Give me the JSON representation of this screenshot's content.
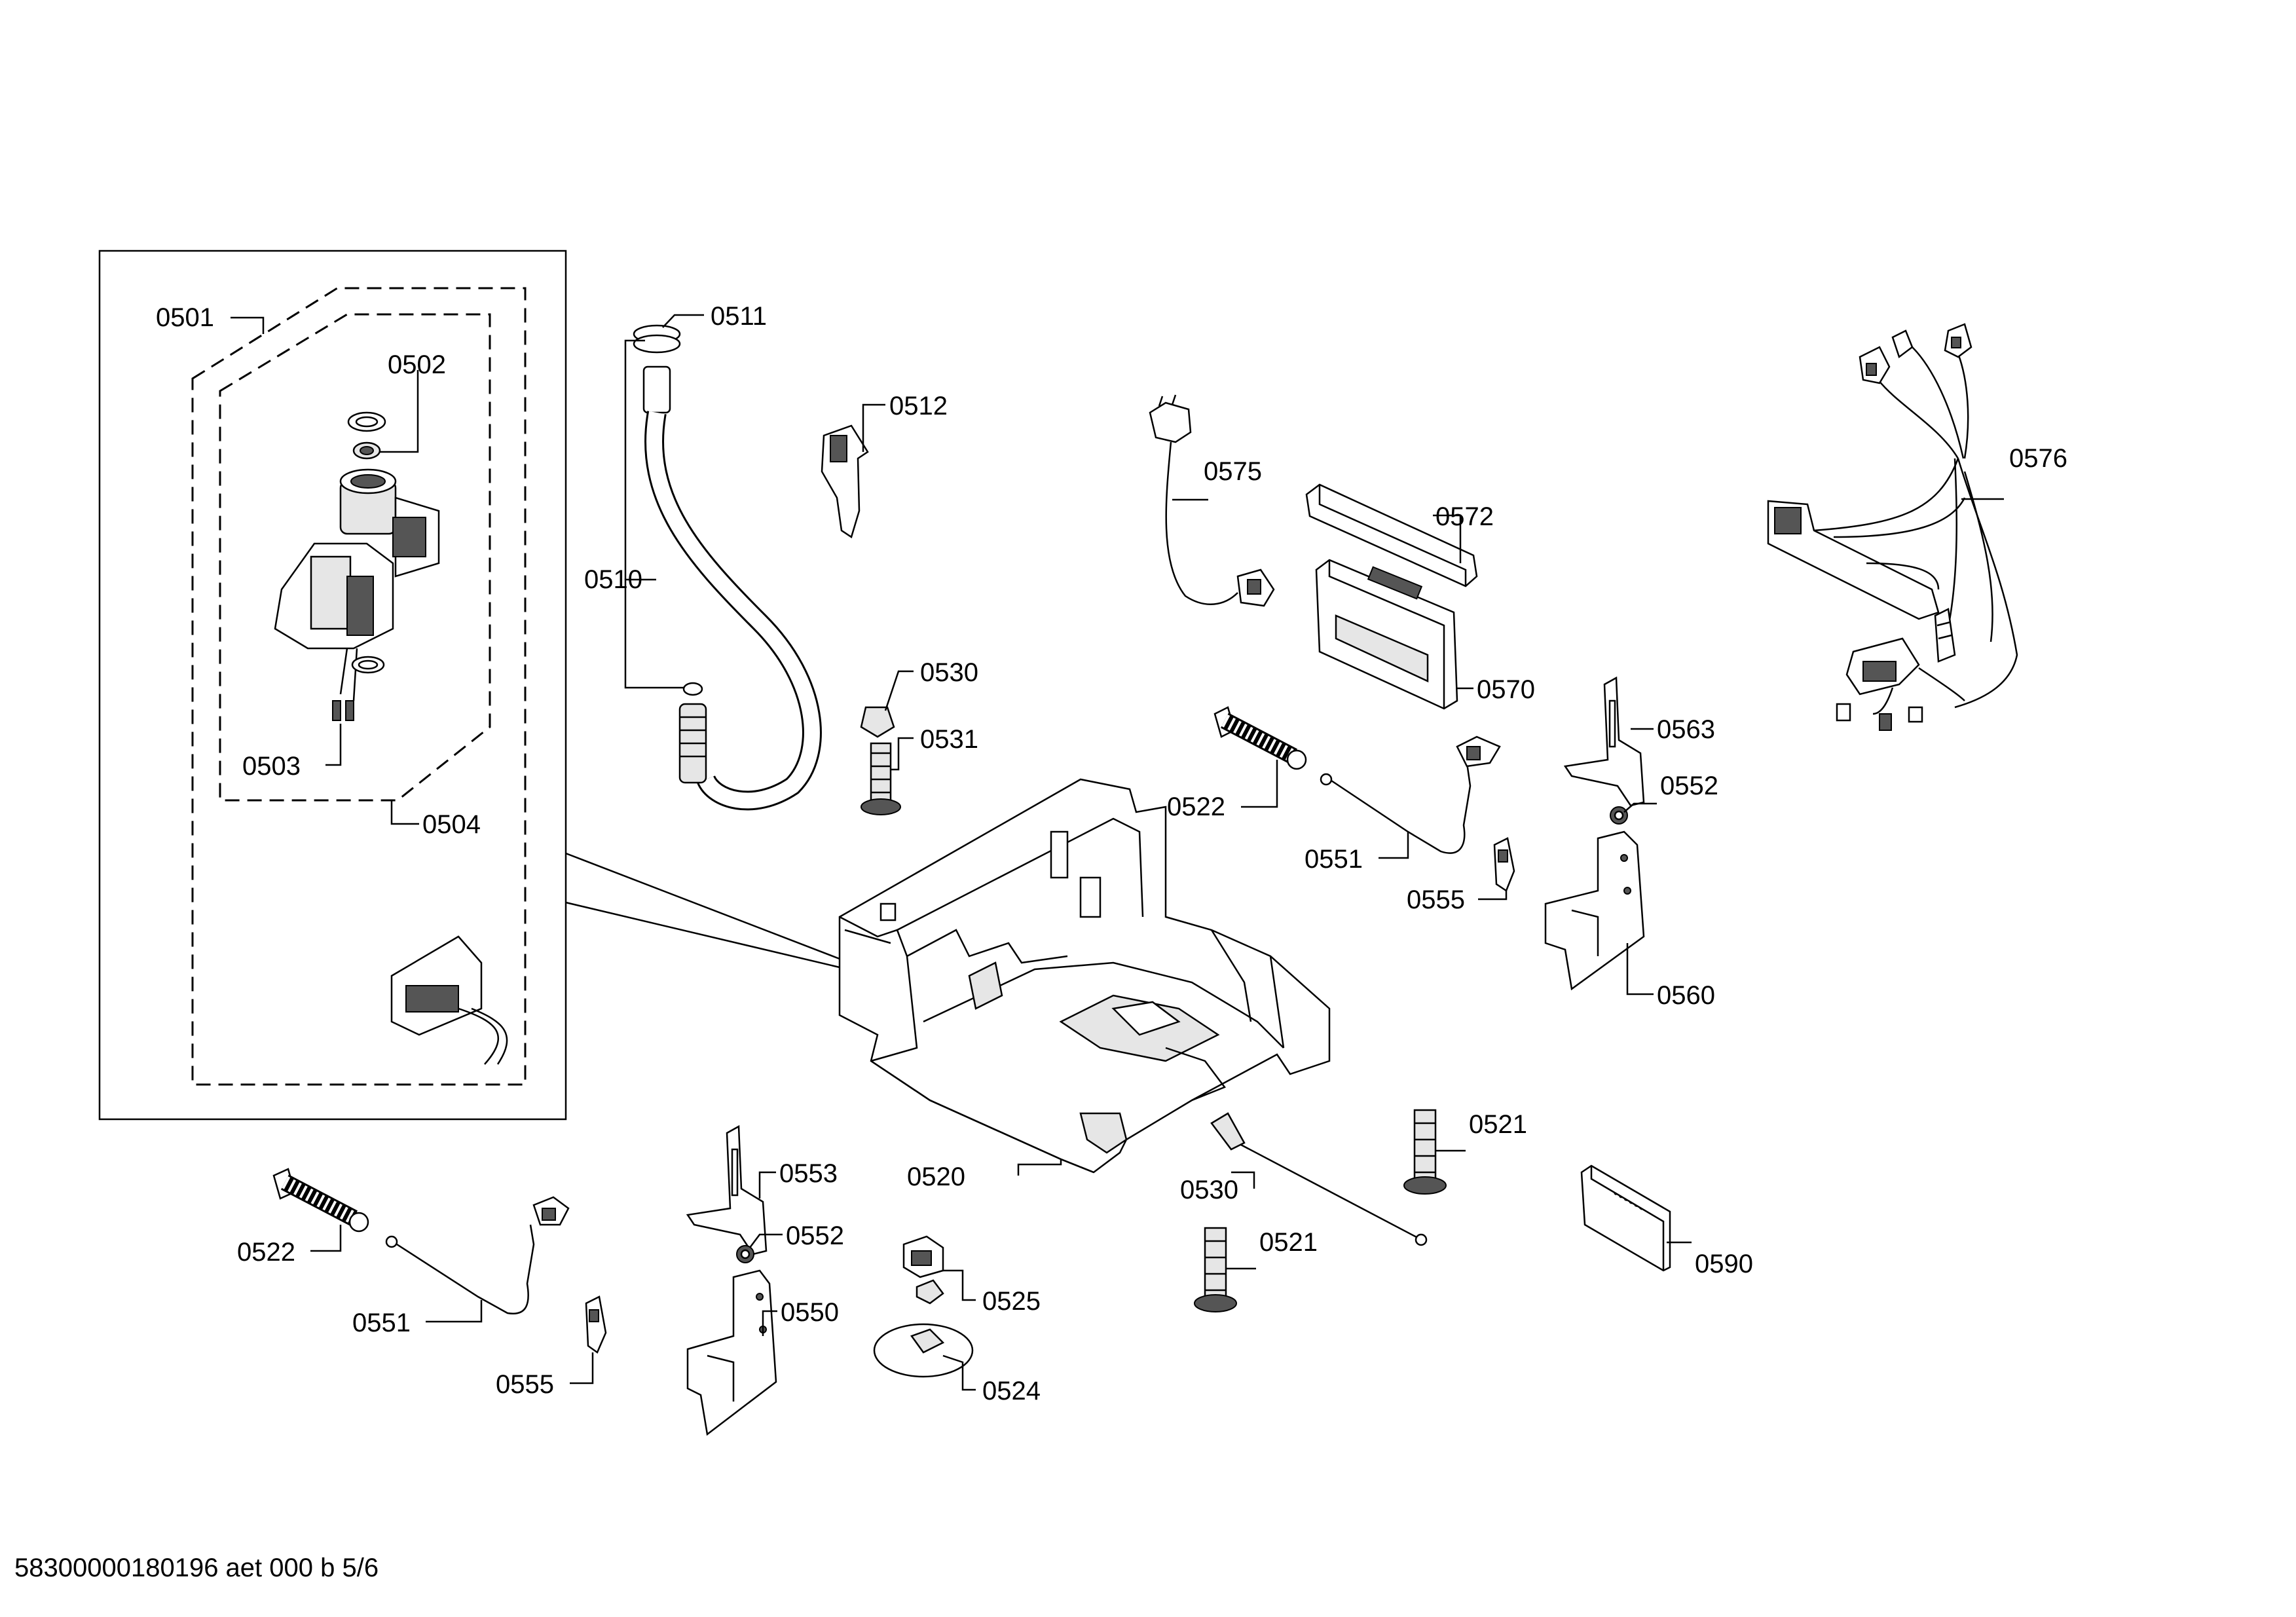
{
  "document_id": "58300000180196 aet 000 b 5/6",
  "callouts": {
    "c0501": "0501",
    "c0502": "0502",
    "c0503": "0503",
    "c0504": "0504",
    "c0510": "0510",
    "c0511": "0511",
    "c0512": "0512",
    "c0520": "0520",
    "c0521a": "0521",
    "c0521b": "0521",
    "c0522a": "0522",
    "c0522b": "0522",
    "c0524": "0524",
    "c0525": "0525",
    "c0530a": "0530",
    "c0530b": "0530",
    "c0531": "0531",
    "c0550": "0550",
    "c0551a": "0551",
    "c0551b": "0551",
    "c0552a": "0552",
    "c0552b": "0552",
    "c0553": "0553",
    "c0555a": "0555",
    "c0555b": "0555",
    "c0560": "0560",
    "c0563": "0563",
    "c0570": "0570",
    "c0572": "0572",
    "c0575": "0575",
    "c0576": "0576",
    "c0590": "0590"
  },
  "colors": {
    "line": "#000000",
    "background": "#ffffff",
    "shade": "#555555"
  }
}
